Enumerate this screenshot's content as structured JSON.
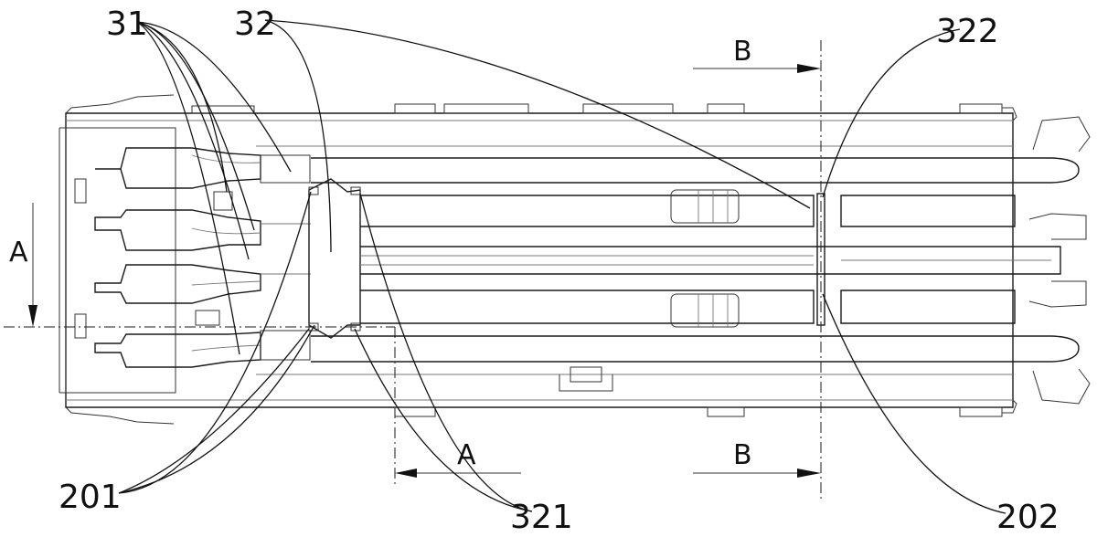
{
  "labels": {
    "ref_31": "31",
    "ref_32": "32",
    "ref_322": "322",
    "ref_201": "201",
    "ref_321": "321",
    "ref_202": "202"
  },
  "sections": {
    "top_b": "B",
    "left_a": "A",
    "bottom_a": "A",
    "bottom_b": "B"
  }
}
